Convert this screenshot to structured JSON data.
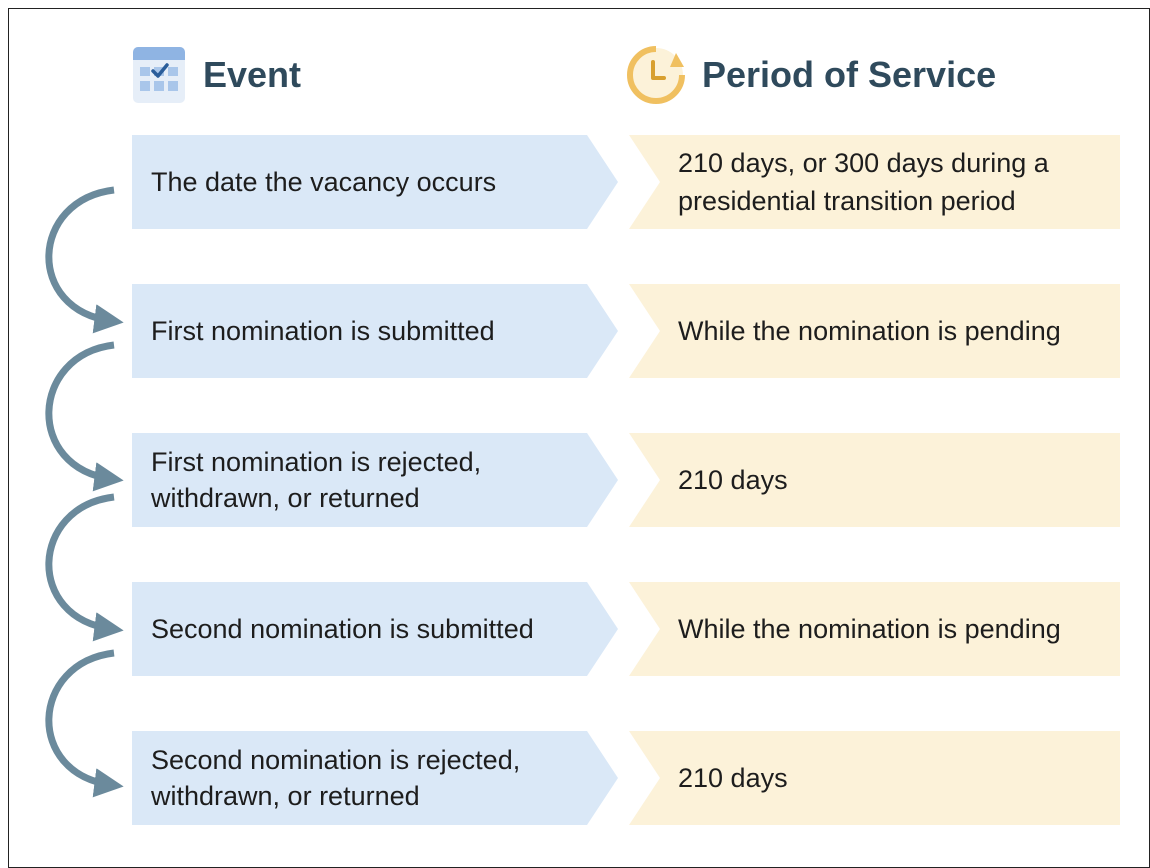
{
  "headers": {
    "event": "Event",
    "period": "Period of Service"
  },
  "icons": {
    "event_icon": "calendar-icon",
    "period_icon": "clock-icon"
  },
  "colors": {
    "event_box": "#dae8f7",
    "period_box": "#fcf2d9",
    "arrow": "#6b8a9c",
    "header_text": "#2f4a5c",
    "calendar_top": "#8fb4e3",
    "clock": "#f0c060"
  },
  "rows": [
    {
      "event": "The date the vacancy occurs",
      "period": "210 days, or 300 days during a presidential transition period"
    },
    {
      "event": "First nomination is submitted",
      "period": "While the nomination is pending"
    },
    {
      "event": "First nomination is rejected, withdrawn, or returned",
      "period": "210 days"
    },
    {
      "event": "Second nomination is submitted",
      "period": "While the nomination is pending"
    },
    {
      "event": "Second nomination is rejected, withdrawn, or returned",
      "period": "210 days"
    }
  ]
}
